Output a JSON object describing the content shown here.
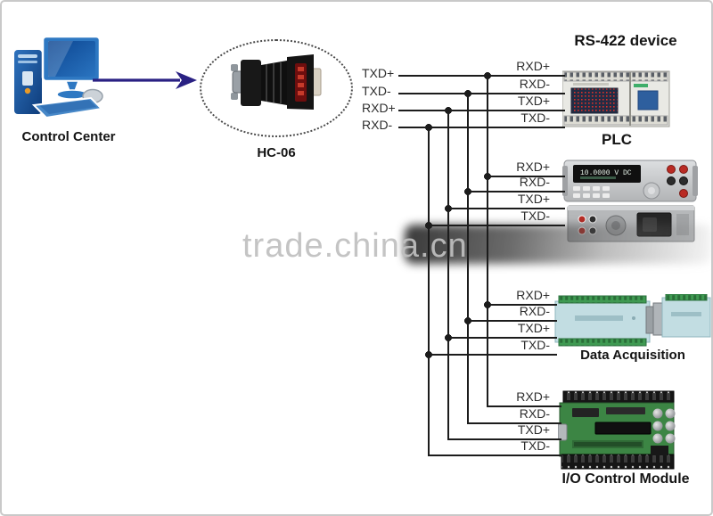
{
  "control_center": {
    "label": "Control Center"
  },
  "converter": {
    "label": "HC-06"
  },
  "watermark": {
    "text": "trade.china.cn"
  },
  "wiring": {
    "left_labels": [
      "TXD+",
      "TXD-",
      "RXD+",
      "RXD-"
    ],
    "device_port_labels": [
      "RXD+",
      "RXD-",
      "TXD+",
      "TXD-"
    ]
  },
  "devices": {
    "rs422_title": "RS-422 device",
    "plc": {
      "label": "PLC"
    },
    "multimeter": {
      "display": "10.0000 V DC"
    },
    "daq": {
      "label": "Data Acquisition"
    },
    "io_module": {
      "label": "I/O Control Module"
    }
  },
  "colors": {
    "wire": "#1c1c1c",
    "arrow": "#2a2183",
    "watermark": "#c0c0c0",
    "page_border": "#c9c9c9"
  }
}
